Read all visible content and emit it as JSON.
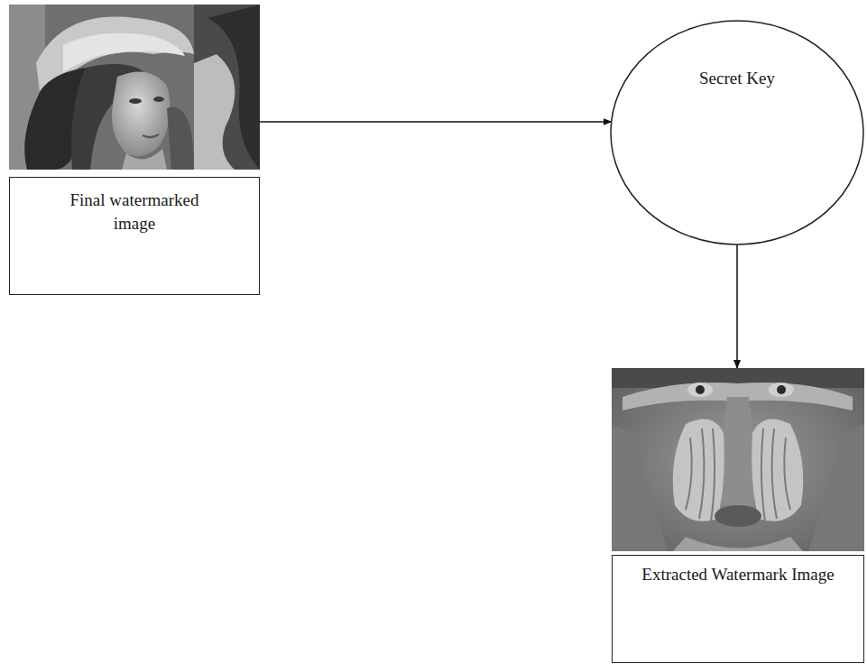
{
  "diagram": {
    "nodes": [
      {
        "text": [
          "Final watermarked image"
        ]
      },
      {
        "text": [
          "Secret Key"
        ]
      },
      {
        "text": [
          "Extracted Watermark Image"
        ]
      }
    ],
    "edges": [
      {
        "from": 0,
        "to": 1,
        "arrow": "to"
      },
      {
        "from": 1,
        "to": 2,
        "arrow": "to"
      }
    ]
  }
}
